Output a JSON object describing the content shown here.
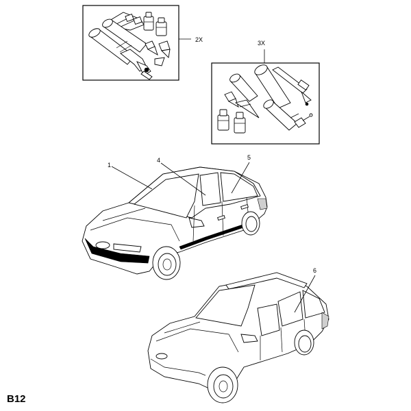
{
  "diagram": {
    "page_code": "B12",
    "kits": [
      {
        "qty_label": "2X"
      },
      {
        "qty_label": "3X"
      }
    ],
    "callouts": [
      "1",
      "4",
      "5",
      "6"
    ]
  }
}
